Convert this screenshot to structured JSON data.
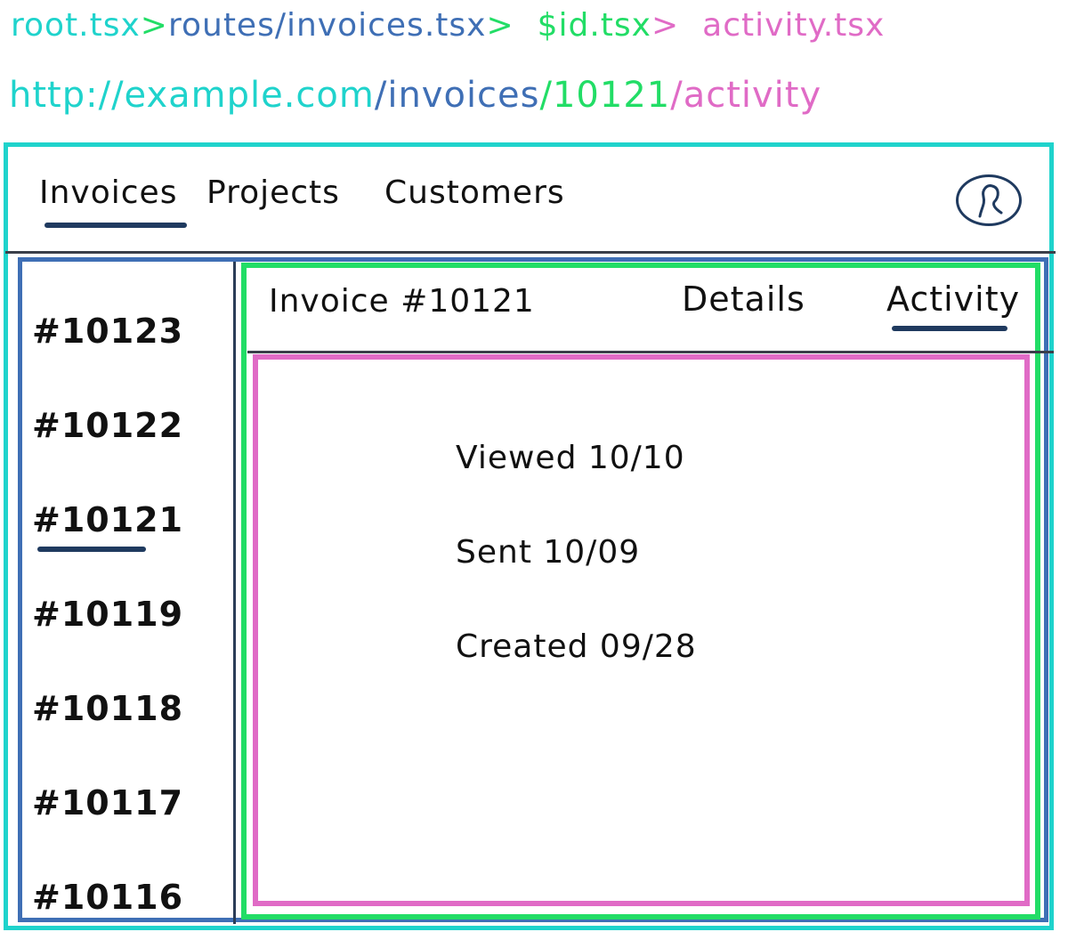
{
  "colors": {
    "root": "#1fd3cc",
    "invoices": "#3f6fb5",
    "id": "#22dd66",
    "activity": "#e06bc6",
    "underline": "#1f3a5f",
    "separator_invoices": "#22dd66",
    "separator_id": "#e06bc6"
  },
  "route_files": {
    "root": "root.tsx",
    "invoices": "routes/invoices.tsx",
    "id": "$id.tsx",
    "activity": "activity.tsx",
    "separator": ">"
  },
  "url": {
    "host": "http://example.com",
    "invoices": "/invoices",
    "id": "/10121",
    "activity": "/activity"
  },
  "top_nav": {
    "items": [
      "Invoices",
      "Projects",
      "Customers"
    ],
    "active": "Invoices",
    "avatar_icon": "user-avatar-icon"
  },
  "sidebar": {
    "items": [
      "#10123",
      "#10122",
      "#10121",
      "#10119",
      "#10118",
      "#10117",
      "#10116"
    ],
    "active": "#10121"
  },
  "invoice": {
    "title": "Invoice #10121",
    "tabs": [
      "Details",
      "Activity"
    ],
    "active_tab": "Activity"
  },
  "activity": {
    "events": [
      "Viewed 10/10",
      "Sent 10/09",
      "Created 09/28"
    ]
  }
}
